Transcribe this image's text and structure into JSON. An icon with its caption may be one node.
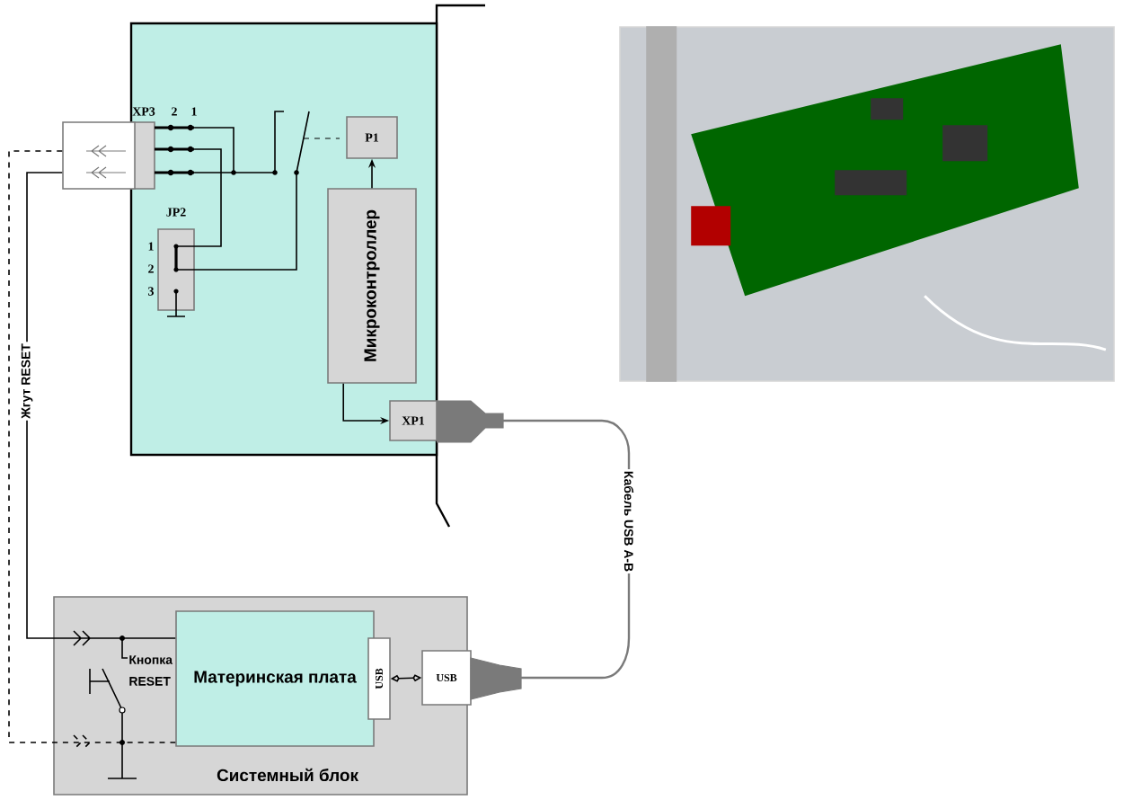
{
  "diagram": {
    "nodes": [
      {
        "text": [],
        "shape": "box"
      },
      {
        "text": [
          "XP3"
        ],
        "in": 0
      },
      {
        "text": [
          "P1"
        ],
        "in": 0
      },
      {
        "text": [
          "Микроконтроллер"
        ],
        "in": 0
      },
      {
        "text": [
          "XP1"
        ],
        "in": 0
      },
      {
        "text": [
          "JP2"
        ],
        "in": 0,
        "beside": [
          "1",
          "2",
          "3"
        ]
      },
      {
        "text": [
          "Системный блок"
        ]
      },
      {
        "text": [
          "Материнская плата"
        ],
        "in": 6
      },
      {
        "text": [
          "USB"
        ],
        "in": 6
      },
      {
        "text": [
          "USB"
        ],
        "in": 6
      },
      {
        "text": [],
        "shape": "picture"
      },
      {
        "text": [],
        "shape": "box"
      }
    ],
    "edges": [
      {
        "from": 3,
        "to": 2,
        "arrow": "to"
      },
      {
        "from": 3,
        "to": 4,
        "arrow": "to"
      },
      {
        "from": 4,
        "to": 9,
        "arrow": "none",
        "label": "Кабель USB A-B",
        "color": "#7a7a7a"
      },
      {
        "from": 8,
        "to": 9,
        "arrow": "both"
      },
      {
        "from": 11,
        "to": 7,
        "arrow": "to",
        "label": "Жгут RESET"
      },
      {
        "from": 11,
        "to": 7,
        "arrow": "to",
        "style": "dashed"
      }
    ],
    "labels": [
      "2",
      "1",
      "Кнопка RESET"
    ]
  }
}
